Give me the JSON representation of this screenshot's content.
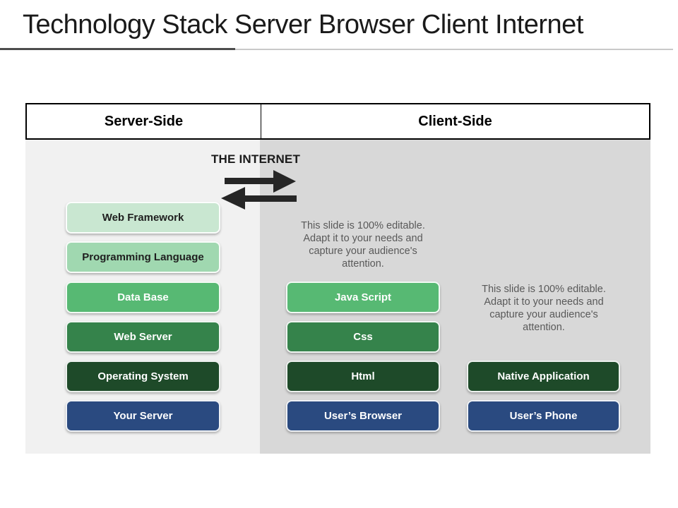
{
  "slide": {
    "title": "Technology Stack Server Browser Client Internet"
  },
  "header": {
    "server_side": "Server-Side",
    "client_side": "Client-Side"
  },
  "internet": {
    "label": "THE INTERNET"
  },
  "notes": {
    "editable_client": [
      "This slide is 100% editable.",
      "Adapt it to your needs and",
      "capture your audience's",
      "attention."
    ],
    "editable_phone": [
      "This slide is 100% editable.",
      "Adapt it to your needs and",
      "capture your audience's",
      "attention."
    ]
  },
  "stacks": {
    "server": [
      {
        "label": "Web Framework",
        "bg": "#c9e7d1",
        "fg": "#1f1f1f"
      },
      {
        "label": "Programming Language",
        "bg": "#a0d8b0",
        "fg": "#1f1f1f"
      },
      {
        "label": "Data Base",
        "bg": "#57b973",
        "fg": "#ffffff"
      },
      {
        "label": "Web Server",
        "bg": "#35834b",
        "fg": "#ffffff"
      },
      {
        "label": "Operating System",
        "bg": "#1e4a29",
        "fg": "#ffffff"
      },
      {
        "label": "Your Server",
        "bg": "#2a4a80",
        "fg": "#ffffff"
      }
    ],
    "browser": [
      {
        "label": "Java Script",
        "bg": "#57b973",
        "fg": "#ffffff"
      },
      {
        "label": "Css",
        "bg": "#35834b",
        "fg": "#ffffff"
      },
      {
        "label": "Html",
        "bg": "#1e4a29",
        "fg": "#ffffff"
      },
      {
        "label": "User’s Browser",
        "bg": "#2a4a80",
        "fg": "#ffffff"
      }
    ],
    "phone": [
      {
        "label": "Native Application",
        "bg": "#1e4a29",
        "fg": "#ffffff"
      },
      {
        "label": "User’s Phone",
        "bg": "#2a4a80",
        "fg": "#ffffff"
      }
    ]
  },
  "palette": {
    "panel_left": "#f1f1f1",
    "panel_right": "#d8d8d8",
    "note_text": "#595959",
    "arrow": "#262626"
  }
}
